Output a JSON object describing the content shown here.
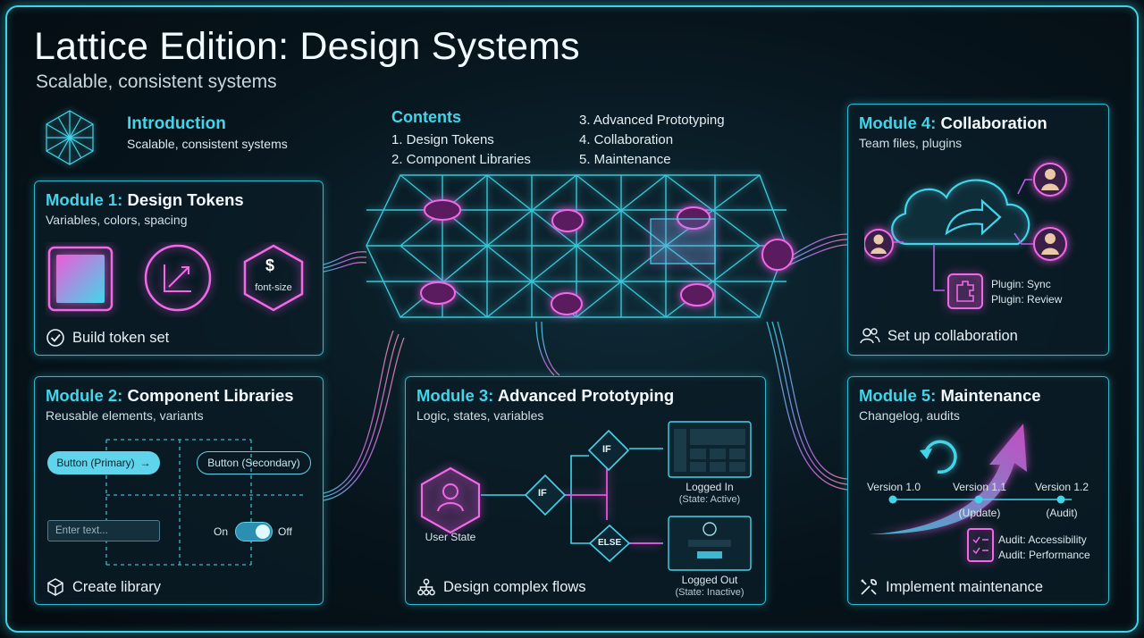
{
  "header": {
    "title": "Lattice Edition: Design Systems",
    "subtitle": "Scalable, consistent systems"
  },
  "intro": {
    "title": "Introduction",
    "subtitle": "Scalable, consistent systems",
    "icon": "lattice-grid-icon"
  },
  "contents": {
    "title": "Contents",
    "items": [
      "1. Design Tokens",
      "2. Component Libraries",
      "3. Advanced Prototyping",
      "4. Collaboration",
      "5. Maintenance"
    ]
  },
  "colors": {
    "accent_cyan": "#43d4ea",
    "accent_pink": "#e854de",
    "background": "#07141c"
  },
  "modules": {
    "m1": {
      "prefix": "Module 1:",
      "name": "Design Tokens",
      "subtitle": "Variables, colors, spacing",
      "token_font_label": "font-size",
      "action": "Build token set"
    },
    "m2": {
      "prefix": "Module 2:",
      "name": "Component Libraries",
      "subtitle": "Reusable elements, variants",
      "btn_primary": "Button (Primary)",
      "btn_secondary": "Button (Secondary)",
      "input_placeholder": "Enter text...",
      "toggle_on": "On",
      "toggle_off": "Off",
      "action": "Create library"
    },
    "m3": {
      "prefix": "Module 3:",
      "name": "Advanced Prototyping",
      "subtitle": "Logic, states, variables",
      "user_state": "User State",
      "if_label": "IF",
      "if_label_2": "IF",
      "else_label": "ELSE",
      "logged_in": "Logged In",
      "logged_in_state": "(State: Active)",
      "logged_out": "Logged Out",
      "logged_out_state": "(State: Inactive)",
      "action": "Design complex flows"
    },
    "m4": {
      "prefix": "Module 4:",
      "name": "Collaboration",
      "subtitle": "Team files, plugins",
      "plugin_sync": "Plugin: Sync",
      "plugin_review": "Plugin: Review",
      "action": "Set up collaboration"
    },
    "m5": {
      "prefix": "Module 5:",
      "name": "Maintenance",
      "subtitle": "Changelog, audits",
      "v10": "Version 1.0",
      "v11": "Version 1.1",
      "v12": "Version 1.2",
      "v11_note": "(Update)",
      "v12_note": "(Audit)",
      "audit_a11y": "Audit: Accessibility",
      "audit_perf": "Audit: Performance",
      "action": "Implement maintenance"
    }
  }
}
